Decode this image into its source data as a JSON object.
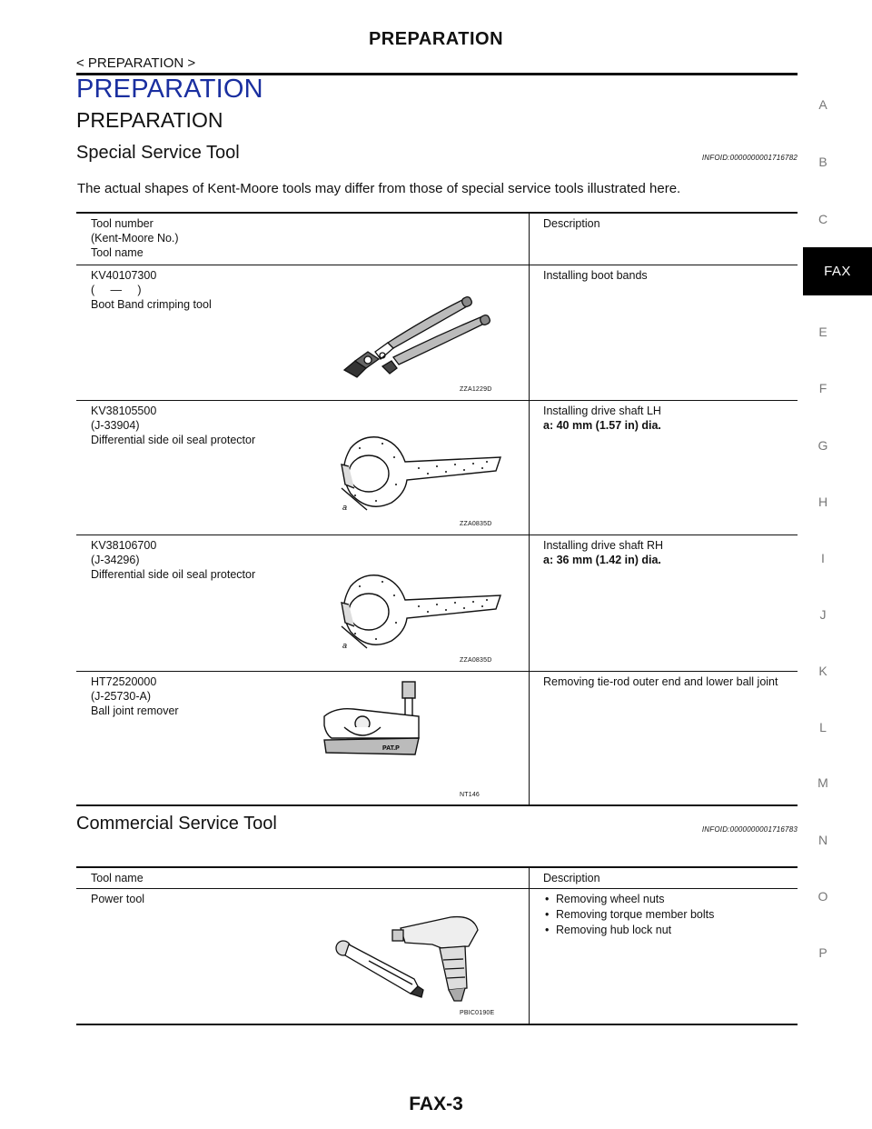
{
  "header": {
    "title": "PREPARATION",
    "breadcrumb": "< PREPARATION >"
  },
  "section_title": "PREPARATION",
  "subsection_title": "PREPARATION",
  "special_tool": {
    "heading": "Special Service Tool",
    "infoid": "INFOID:0000000001716782",
    "note": "The actual shapes of Kent-Moore tools may differ from those of special service tools illustrated here.",
    "columns": {
      "tool": [
        "Tool number",
        "(Kent-Moore No.)",
        "Tool name"
      ],
      "description": "Description"
    },
    "rows": [
      {
        "lines": [
          "KV40107300",
          "(     —     )",
          "Boot Band crimping tool"
        ],
        "description": "Installing boot bands",
        "spec": "",
        "figure_code": "ZZA1229D",
        "icon": "crimping-tool-icon"
      },
      {
        "lines": [
          "KV38105500",
          "(J-33904)",
          "Differential side oil seal protector"
        ],
        "description": "Installing drive shaft LH",
        "spec": "a: 40 mm (1.57 in) dia.",
        "figure_code": "ZZA0835D",
        "icon": "oil-seal-protector-icon"
      },
      {
        "lines": [
          "KV38106700",
          "(J-34296)",
          "Differential side oil seal protector"
        ],
        "description": "Installing drive shaft RH",
        "spec": "a: 36 mm (1.42 in) dia.",
        "figure_code": "ZZA0835D",
        "icon": "oil-seal-protector-icon"
      },
      {
        "lines": [
          "HT72520000",
          "(J-25730-A)",
          "Ball joint remover"
        ],
        "description": "Removing tie-rod outer end and lower ball joint",
        "spec": "",
        "figure_code": "NT146",
        "figure_label": "PAT.P",
        "icon": "ball-joint-remover-icon"
      }
    ]
  },
  "commercial_tool": {
    "heading": "Commercial Service Tool",
    "infoid": "INFOID:0000000001716783",
    "columns": {
      "tool": "Tool name",
      "description": "Description"
    },
    "rows": [
      {
        "name": "Power tool",
        "bullets": [
          "Removing wheel nuts",
          "Removing torque member bolts",
          "Removing hub lock nut"
        ],
        "figure_code": "PBIC0190E",
        "icon": "power-tool-icon"
      }
    ]
  },
  "side_index": {
    "letters": [
      "A",
      "B",
      "C",
      "E",
      "F",
      "G",
      "H",
      "I",
      "J",
      "K",
      "L",
      "M",
      "N",
      "O",
      "P"
    ],
    "active_tab": "FAX"
  },
  "page_number": "FAX-3",
  "colors": {
    "section_title": "#1a2fa0",
    "tab_bg": "#000000",
    "index_letters": "#777777"
  }
}
